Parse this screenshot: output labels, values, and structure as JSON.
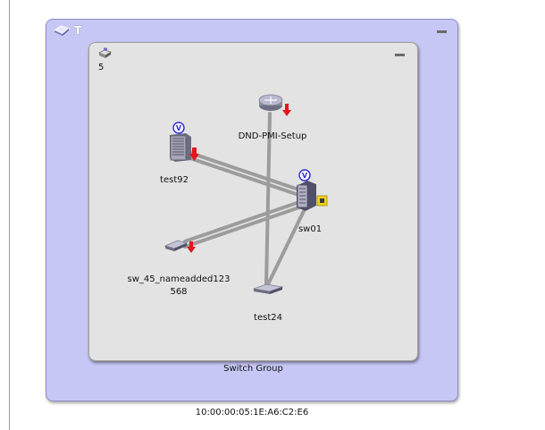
{
  "outer_group": {
    "title": "T",
    "wwn": "10:00:00:05:1E:A6:C2:E6"
  },
  "inner_group": {
    "count": "5",
    "label": "Switch Group"
  },
  "nodes": {
    "router": {
      "label": "DND-PMI-Setup"
    },
    "server": {
      "label": "test92"
    },
    "core_switch": {
      "label": "sw01"
    },
    "switch_left": {
      "label_line1": "sw_45_nameadded123",
      "label_line2": "568"
    },
    "switch_bottom": {
      "label": "test24"
    }
  },
  "icons": {
    "outer_group": "fabric-group-icon",
    "inner_group": "switch-group-icon",
    "router": "router-icon",
    "server": "server-icon",
    "core_switch": "director-switch-icon",
    "switch_left": "switch-icon",
    "switch_bottom": "switch-icon",
    "down_status": "down-arrow-status-icon",
    "virtual_badge": "virtual-badge-icon"
  },
  "colors": {
    "outer_bg": "#c7c7f6",
    "inner_bg": "#e3e3e3",
    "status_down": "#e4161b",
    "badge": "#2b2bd6",
    "link": "#9a9a9a"
  }
}
